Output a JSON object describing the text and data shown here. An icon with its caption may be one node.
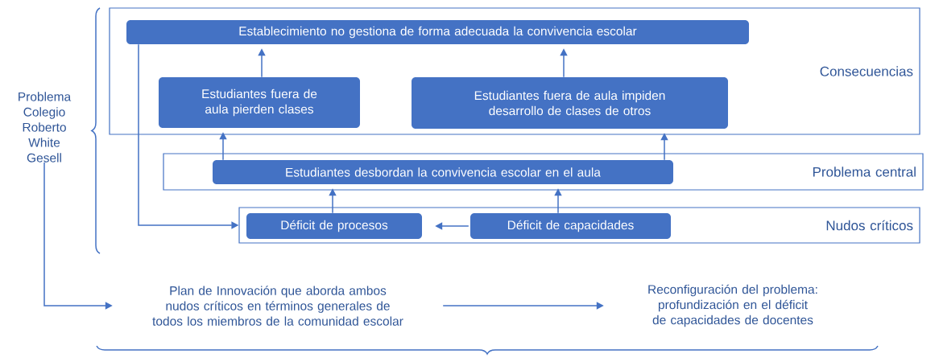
{
  "diagram": {
    "nodes": [
      {
        "text": [
          "Consecuencias"
        ]
      },
      {
        "text": [
          "Establecimiento no gestiona de forma adecuada la convivencia escolar"
        ],
        "in": 0
      },
      {
        "text": [
          "Estudiantes fuera de aula pierden clases"
        ],
        "in": 0
      },
      {
        "text": [
          "Estudiantes fuera de aula impiden desarrollo de clases de otros"
        ],
        "in": 0
      },
      {
        "text": [
          "Problema central"
        ]
      },
      {
        "text": [
          "Estudiantes desbordan la convivencia escolar en el aula"
        ],
        "in": 4
      },
      {
        "text": [
          "Nudos críticos"
        ]
      },
      {
        "text": [
          "Déficit de procesos"
        ],
        "in": 6
      },
      {
        "text": [
          "Déficit de capacidades"
        ],
        "in": 6
      },
      {
        "text": [
          "Problema Colegio Roberto White Gesell"
        ]
      },
      {
        "text": [
          "Plan de Innovación que aborda ambos nudos críticos en términos generales de todos los miembros de la comunidad escolar"
        ]
      },
      {
        "text": [
          "Reconfiguración del problema: profundización en el déficit de capacidades de docentes"
        ]
      }
    ],
    "edges": [
      {
        "from": 2,
        "to": 1,
        "arrow": "to"
      },
      {
        "from": 3,
        "to": 1,
        "arrow": "to"
      },
      {
        "from": 5,
        "to": 2,
        "arrow": "to"
      },
      {
        "from": 5,
        "to": 3,
        "arrow": "to"
      },
      {
        "from": 7,
        "to": 5,
        "arrow": "to"
      },
      {
        "from": 8,
        "to": 5,
        "arrow": "to"
      },
      {
        "from": 8,
        "to": 7,
        "arrow": "to"
      },
      {
        "from": 1,
        "to": 6,
        "arrow": "to"
      },
      {
        "from": 9,
        "to": 10,
        "arrow": "to"
      },
      {
        "from": 10,
        "to": 11,
        "arrow": "to"
      }
    ]
  }
}
